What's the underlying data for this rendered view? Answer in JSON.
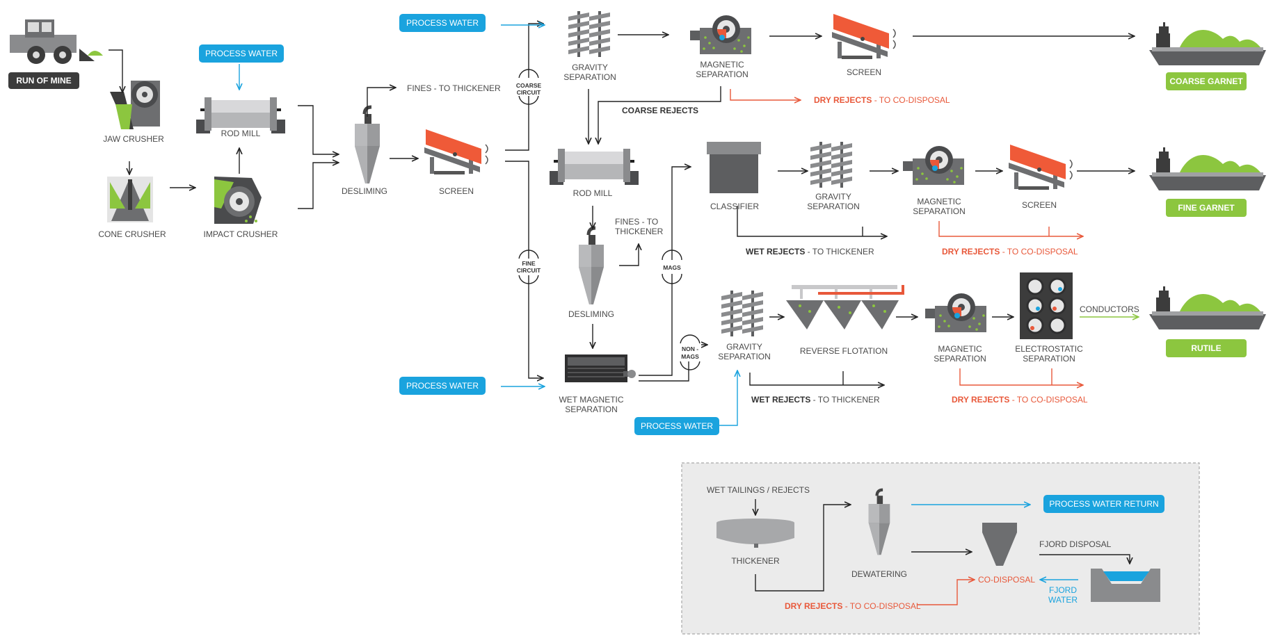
{
  "colors": {
    "process_water": "#1aa3de",
    "dry_rejects": "#e8583a",
    "product": "#8cc63f",
    "equipment": "#6d6e70",
    "dark": "#3c3c3c",
    "screen_orange": "#ef5a38",
    "tailings_panel": "#ebebeb"
  },
  "labels": {
    "run_of_mine": "RUN OF MINE",
    "jaw_crusher": "JAW CRUSHER",
    "cone_crusher": "CONE CRUSHER",
    "impact_crusher": "IMPACT CRUSHER",
    "rod_mill_1": "ROD MILL",
    "process_water_1": "PROCESS WATER",
    "desliming_1": "DESLIMING",
    "fines_to_thickener_1": "FINES - TO THICKENER",
    "screen_1": "SCREEN",
    "coarse_circuit_1": "COARSE",
    "coarse_circuit_2": "CIRCUIT",
    "fine_circuit_1": "FINE",
    "fine_circuit_2": "CIRCUIT",
    "process_water_top": "PROCESS WATER",
    "gravity_sep_top_1": "GRAVITY",
    "gravity_sep_top_2": "SEPARATION",
    "magnetic_sep_top_1": "MAGNETIC",
    "magnetic_sep_top_2": "SEPARATION",
    "screen_top": "SCREEN",
    "coarse_garnet": "COARSE GARNET",
    "dry_rejects_bold_1": "DRY REJECTS",
    "to_co_disposal_1": " - TO CO-DISPOSAL",
    "coarse_rejects": "COARSE REJECTS",
    "rod_mill_2": "ROD MILL",
    "fines_to_thickener_2a": "FINES - TO",
    "fines_to_thickener_2b": "THICKENER",
    "desliming_2": "DESLIMING",
    "mags": "MAGS",
    "classifier": "CLASSIFIER",
    "gravity_sep_mid_1": "GRAVITY",
    "gravity_sep_mid_2": "SEPARATION",
    "magnetic_sep_mid_1": "MAGNETIC",
    "magnetic_sep_mid_2": "SEPARATION",
    "screen_mid": "SCREEN",
    "fine_garnet": "FINE GARNET",
    "wet_rejects_bold_1": "WET REJECTS",
    "to_thickener_1": " - TO THICKENER",
    "dry_rejects_bold_2": "DRY REJECTS",
    "to_co_disposal_2": " - TO CO-DISPOSAL",
    "process_water_bottom": "PROCESS WATER",
    "wet_mag_sep_1": "WET MAGNETIC",
    "wet_mag_sep_2": "SEPARATION",
    "non_mags_1": "NON -",
    "non_mags_2": "MAGS",
    "gravity_sep_bot_1": "GRAVITY",
    "gravity_sep_bot_2": "SEPARATION",
    "reverse_flotation": "REVERSE FLOTATION",
    "magnetic_sep_bot_1": "MAGNETIC",
    "magnetic_sep_bot_2": "SEPARATION",
    "electrostatic_sep_1": "ELECTROSTATIC",
    "electrostatic_sep_2": "SEPARATION",
    "conductors": "CONDUCTORS",
    "rutile": "RUTILE",
    "wet_rejects_bold_2": "WET REJECTS",
    "to_thickener_2": " - TO THICKENER",
    "dry_rejects_bold_3": "DRY REJECTS",
    "to_co_disposal_3": " - TO CO-DISPOSAL",
    "process_water_gravity": "PROCESS WATER",
    "wet_tailings": "WET TAILINGS / REJECTS",
    "thickener": "THICKENER",
    "dewatering": "DEWATERING",
    "process_water_return": "PROCESS WATER RETURN",
    "fjord_disposal": "FJORD DISPOSAL",
    "co_disposal": "CO-DISPOSAL",
    "fjord_water_1": "FJORD",
    "fjord_water_2": "WATER",
    "dry_rejects_bold_4": "DRY REJECTS",
    "to_co_disposal_4": " - TO CO-DISPOSAL"
  }
}
